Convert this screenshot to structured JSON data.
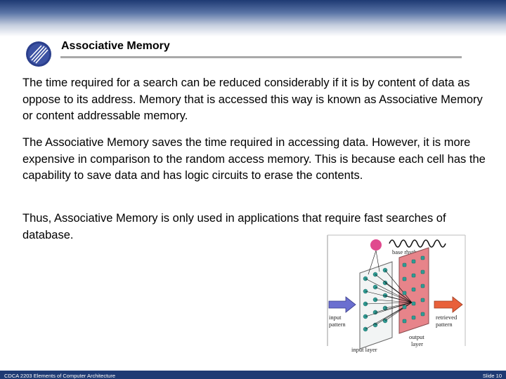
{
  "slide": {
    "title": "Associative Memory",
    "paragraphs": [
      "The time required for a search can be reduced considerably if it is by content of data as oppose to its address. Memory that is accessed this way is known as Associative Memory or content addressable memory.",
      "The Associative Memory saves the time required in accessing data. However, it is more expensive in comparison to the random access memory. This is because each cell has the capability to save data and has logic circuits to erase the contents.",
      "Thus, Associative Memory is only used in applications that require fast searches of database."
    ]
  },
  "figure": {
    "labels": {
      "base_rhythm": "base rhythm",
      "input_pattern_1": "input",
      "input_pattern_2": "pattern",
      "retrieved_pattern_1": "retrieved",
      "retrieved_pattern_2": "pattern",
      "output_layer_1": "output",
      "output_layer_2": "layer",
      "input_layer": "input layer"
    }
  },
  "footer": {
    "course": "CDCA 2203 Elements of Computer Architecture",
    "slide": "Slide 10"
  },
  "colors": {
    "header_dark": "#1e3a73",
    "rule": "#a9a9a9",
    "output_layer": "#e7848a",
    "node": "#2f9c94"
  }
}
